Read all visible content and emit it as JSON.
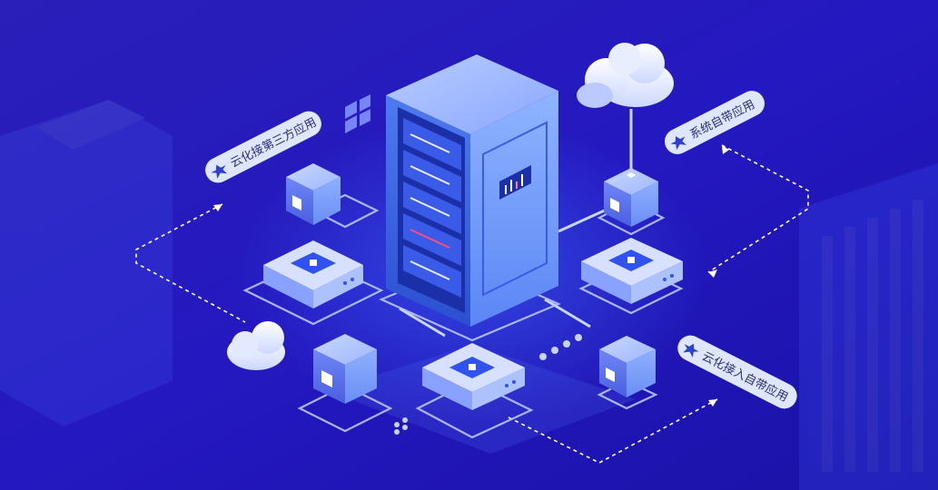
{
  "labels": {
    "third_party": "云化接第三方应用",
    "system_builtin": "系统自带应用",
    "cloud_builtin": "云化接入自带应用"
  },
  "icons": {
    "label_marker": "star-icon",
    "cloud": "cloud-icon",
    "server": "server-rack-icon",
    "chart": "bar-chart-icon",
    "windows": "windows-logo-icon"
  },
  "colors": {
    "background": "#1f17b8",
    "accent": "#7aa7ff",
    "pill": "#dfe6ff"
  }
}
